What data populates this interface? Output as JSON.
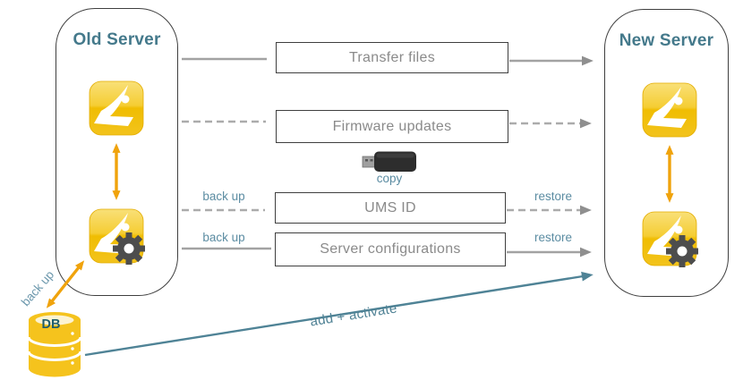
{
  "palette": {
    "heading_teal": "#44798b",
    "label_blue": "#5b8ca2",
    "migration_teal": "#4e8194",
    "arrow_gray": "#a2a2a2",
    "arrow_orange": "#f0a30c",
    "box_border": "#3f3f3f",
    "box_text_gray": "#8a8a8a",
    "icon_yellow": "#f2c31c"
  },
  "old_server": {
    "title": "Old Server"
  },
  "new_server": {
    "title": "New Server"
  },
  "rows": [
    {
      "label": "Transfer files"
    },
    {
      "label": "Firmware updates"
    },
    {
      "label": "UMS ID",
      "left_label": "back up",
      "right_label": "restore"
    },
    {
      "label": "Server configurations",
      "left_label": "back up",
      "right_label": "restore"
    }
  ],
  "usb": {
    "caption": "copy"
  },
  "database": {
    "label": "DB",
    "back_up_label": "back up"
  },
  "migration_arrow": {
    "label": "add + activate"
  }
}
